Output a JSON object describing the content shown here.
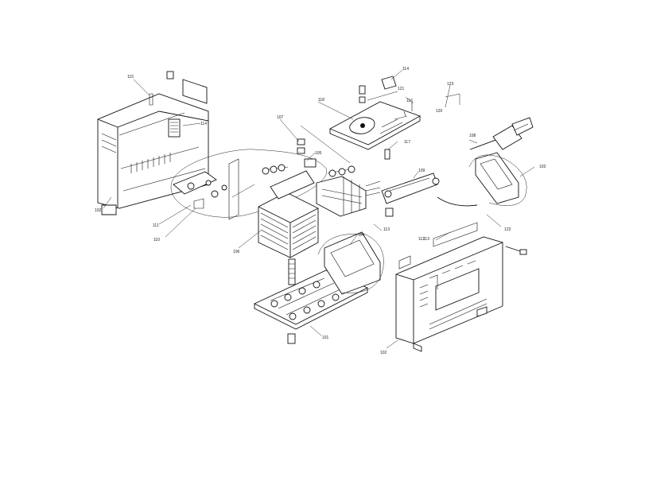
{
  "diagram": {
    "callouts": {
      "c101": "101",
      "c102a": "102",
      "c102b": "102",
      "c103": "103",
      "c104": "104",
      "c105": "105",
      "c106": "106",
      "c107": "107",
      "c108": "108",
      "c109": "109",
      "c110": "110",
      "c111": "111",
      "c112": "112",
      "c113a": "113",
      "c113b": "113",
      "c114a": "114",
      "c114b": "114",
      "c115": "115",
      "c116": "116",
      "c117": "117",
      "c118": "118",
      "c120": "120",
      "c121": "121",
      "c123a": "123",
      "c123b": "123"
    }
  }
}
